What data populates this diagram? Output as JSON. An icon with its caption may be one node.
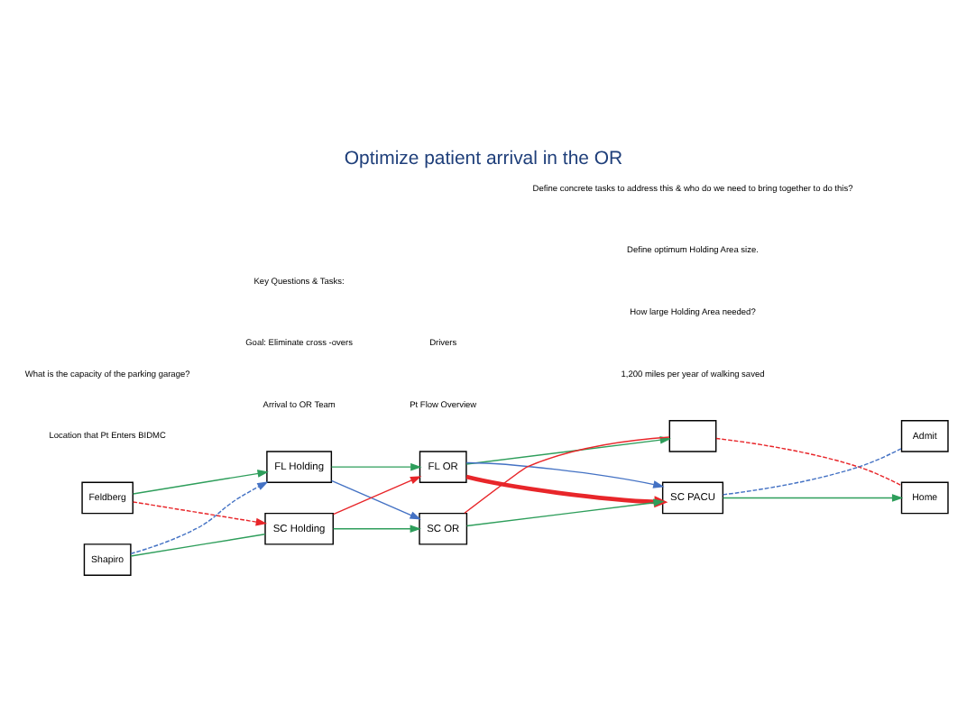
{
  "diagram": {
    "title": "Optimize patient arrival in the OR",
    "nodes": [
      {
        "text": [
          "Feldberg"
        ]
      },
      {
        "text": [
          "FL Holding"
        ]
      },
      {
        "text": [
          "FL OR"
        ]
      },
      {
        "text": [],
        "shape": "box"
      },
      {
        "text": [
          "Admit"
        ]
      },
      {
        "text": [
          "Shapiro"
        ]
      },
      {
        "text": [
          "SC Holding"
        ]
      },
      {
        "text": [
          "SC OR"
        ]
      },
      {
        "text": [
          "SC PACU"
        ]
      },
      {
        "text": [
          "Home"
        ]
      }
    ],
    "edges": [
      {
        "from": 0,
        "to": 1,
        "arrow": "to"
      },
      {
        "from": 1,
        "to": 2,
        "arrow": "to"
      },
      {
        "from": 2,
        "to": 3,
        "arrow": "to"
      },
      {
        "from": 5,
        "to": 6,
        "arrow": "none"
      },
      {
        "from": 6,
        "to": 7,
        "arrow": "to"
      },
      {
        "from": 7,
        "to": 8,
        "arrow": "to"
      },
      {
        "from": 8,
        "to": 9,
        "arrow": "to"
      },
      {
        "from": 0,
        "to": 6,
        "arrow": "to",
        "style": "dashed",
        "color": "#e8262a"
      },
      {
        "from": 6,
        "to": 2,
        "arrow": "to",
        "color": "#e8262a"
      },
      {
        "from": 2,
        "to": 8,
        "arrow": "to",
        "style": "thick",
        "color": "#e8262a"
      },
      {
        "from": 7,
        "to": 3,
        "arrow": "none",
        "color": "#e8262a"
      },
      {
        "from": 3,
        "to": 9,
        "arrow": "none",
        "style": "dashed",
        "color": "#e8262a"
      },
      {
        "from": 5,
        "to": 1,
        "arrow": "to",
        "style": "dashed",
        "color": "#4472c4"
      },
      {
        "from": 1,
        "to": 7,
        "arrow": "to",
        "color": "#4472c4"
      },
      {
        "from": 2,
        "to": 8,
        "arrow": "to",
        "color": "#4472c4"
      },
      {
        "from": 8,
        "to": 4,
        "arrow": "none",
        "style": "dashed",
        "color": "#4472c4"
      }
    ],
    "labels": [
      "Pt Flow Overview",
      "Location that Pt Enters BIDMC",
      "Drivers",
      "What is the capacity of the parking garage?",
      "1,200 miles per year of walking saved",
      "Arrival to OR Team",
      "Goal: Eliminate cross -overs",
      "Key Questions & Tasks:",
      "How large Holding Area needed?",
      "Define optimum Holding Area size.",
      "Define concrete tasks to address this & who do we need to bring together to do this?"
    ]
  }
}
